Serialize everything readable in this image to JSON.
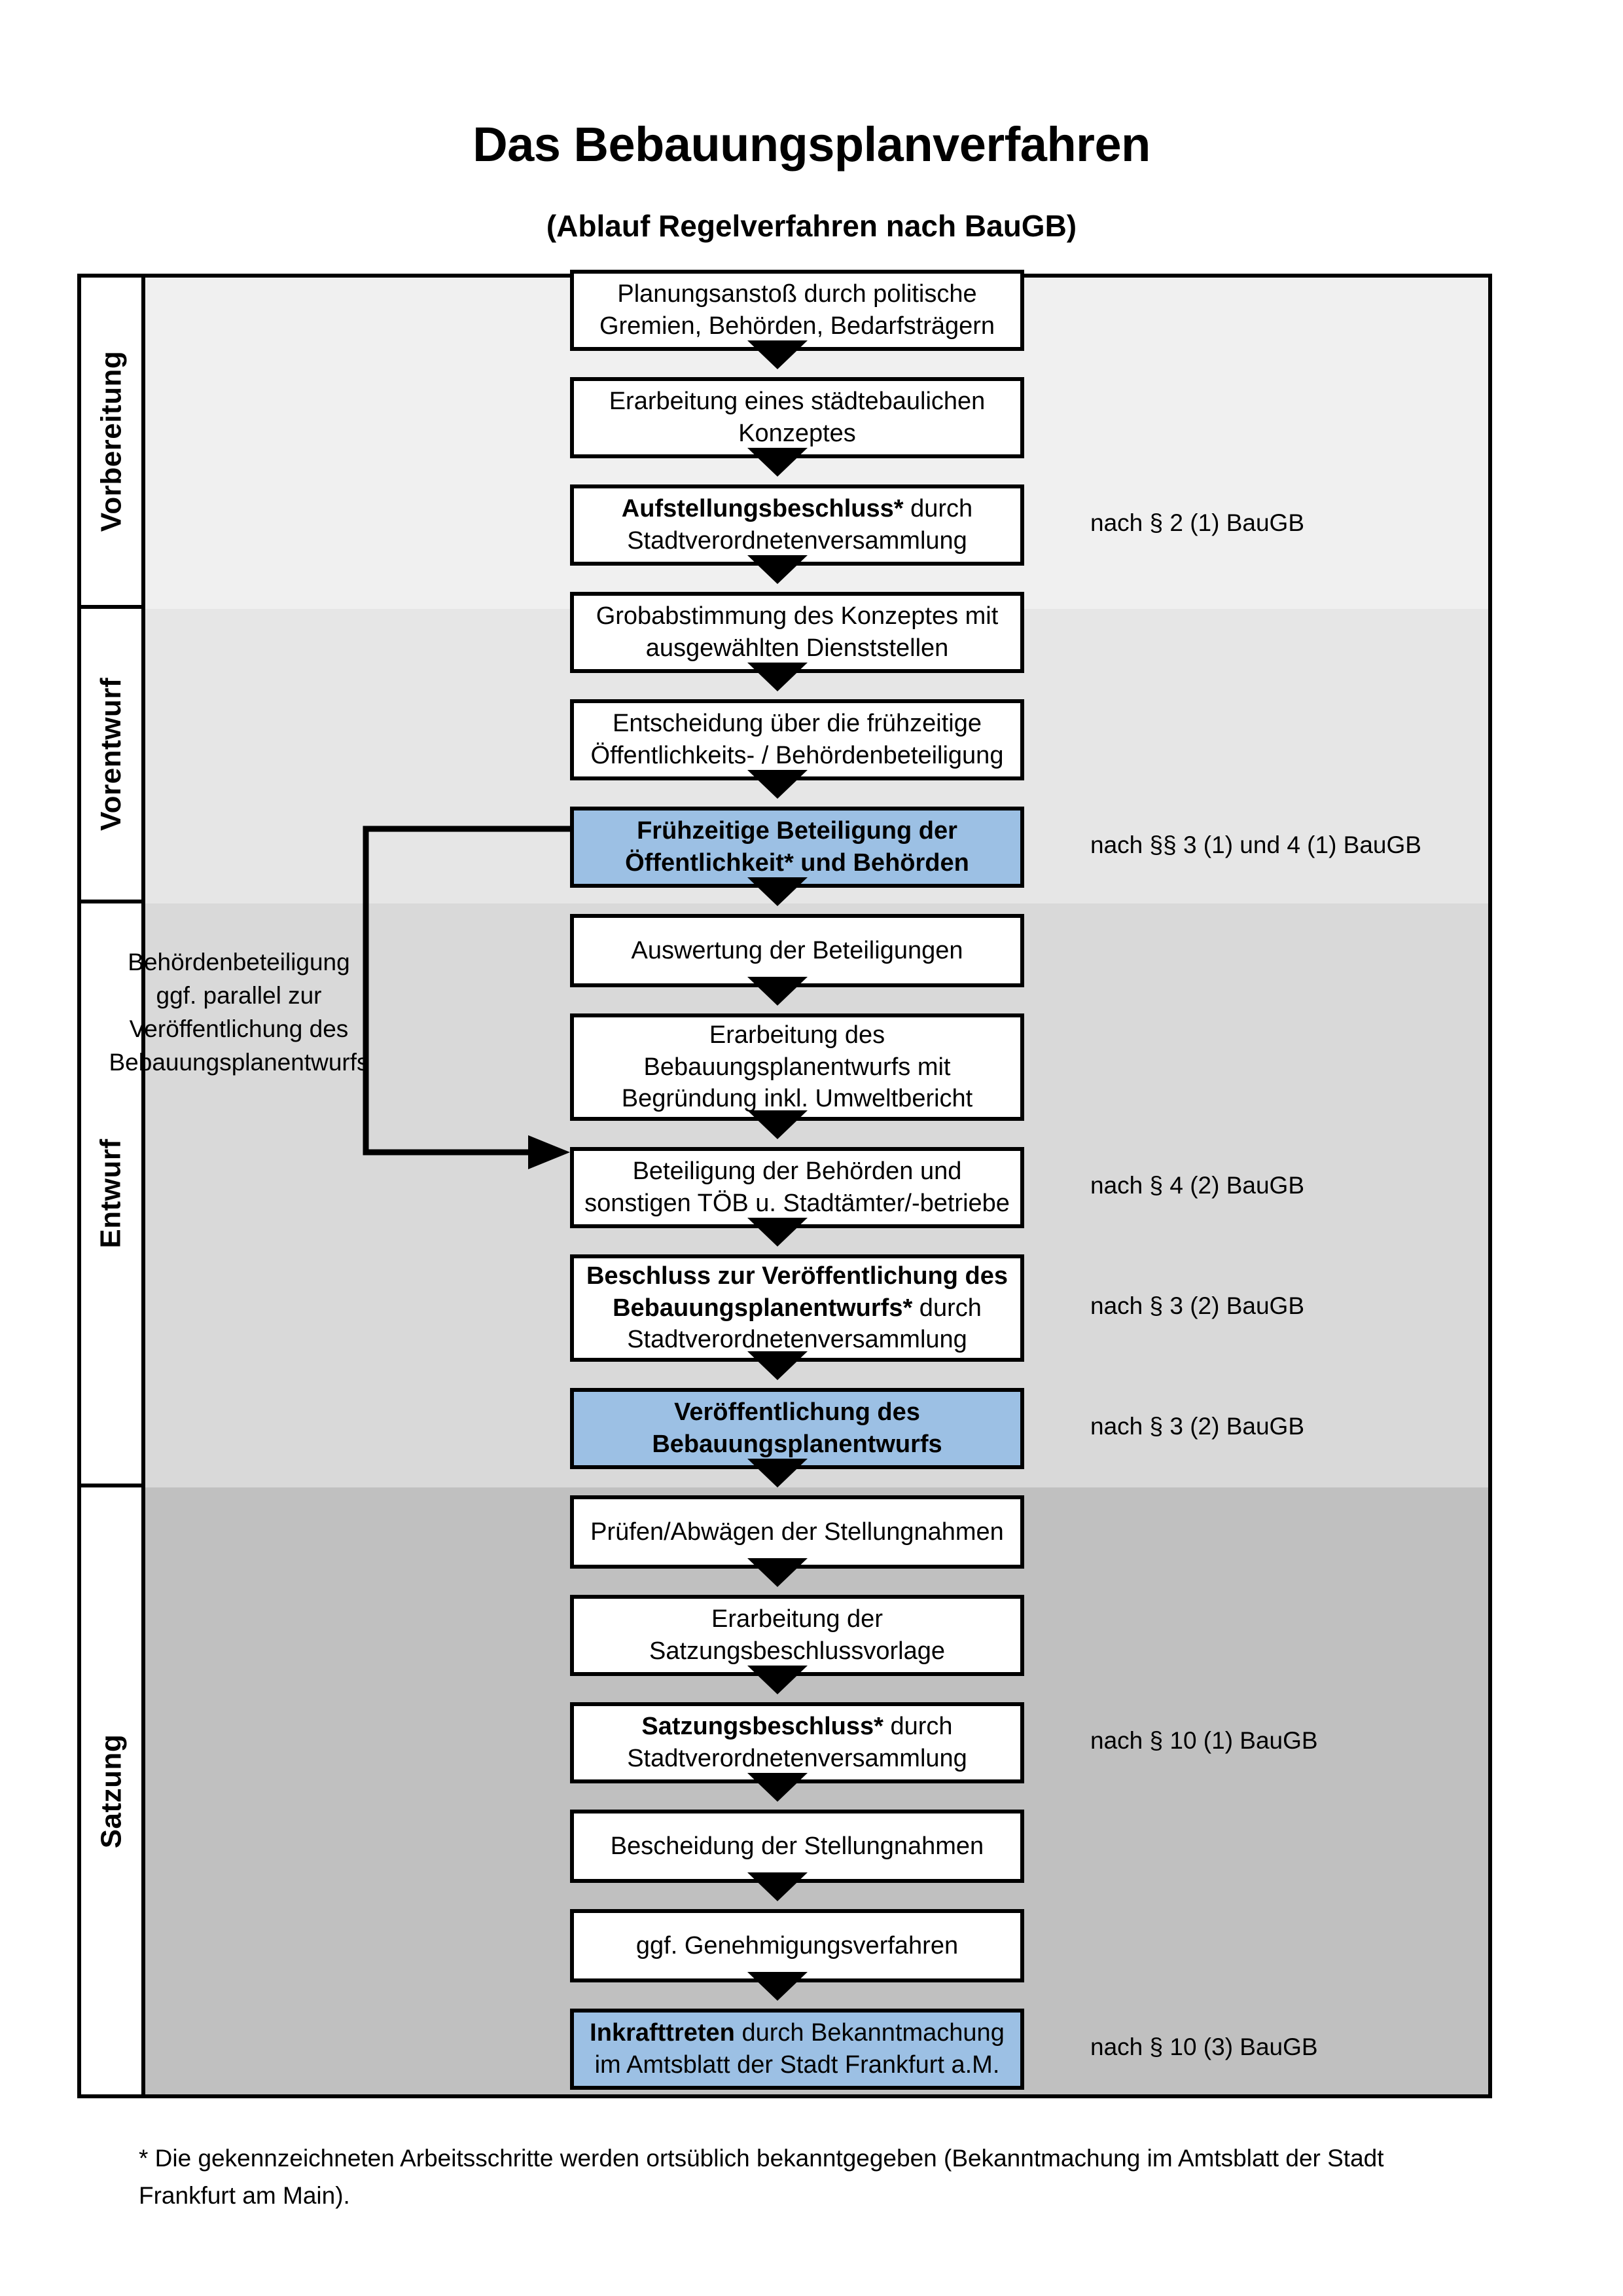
{
  "document": {
    "title": "Das Bebauungsplanverfahren",
    "subtitle": "(Ablauf Regelverfahren nach BauGB)",
    "footnote": "* Die gekennzeichneten Arbeitsschritte werden ortsüblich bekanntgegeben (Bekanntmachung im Amtsblatt  der Stadt Frankfurt am Main)."
  },
  "colors": {
    "highlight_blue": "#9cc0e4",
    "band_vorbereitung": "#f0f0f0",
    "band_vorentwurf": "#e6e6e6",
    "band_entwurf": "#d9d9d9",
    "band_satzung": "#c0c0c0",
    "box_fill": "#ffffff",
    "line": "#000000"
  },
  "phases": [
    {
      "key": "vorbereitung",
      "label": "Vorbereitung"
    },
    {
      "key": "vorentwurf",
      "label": "Vorentwurf"
    },
    {
      "key": "entwurf",
      "label": "Entwurf"
    },
    {
      "key": "satzung",
      "label": "Satzung"
    }
  ],
  "steps": [
    {
      "id": 1,
      "phase": "vorbereitung",
      "highlight": false,
      "lines": [
        "Planungsanstoß durch politische",
        "Gremien, Behörden, Bedarfsträgern"
      ],
      "bold_prefix": ""
    },
    {
      "id": 2,
      "phase": "vorbereitung",
      "highlight": false,
      "lines": [
        "Erarbeitung eines städtebaulichen",
        "Konzeptes"
      ],
      "bold_prefix": ""
    },
    {
      "id": 3,
      "phase": "vorbereitung",
      "highlight": false,
      "lines": [
        "Aufstellungsbeschluss* durch",
        "Stadtverordnetenversammlung"
      ],
      "bold_prefix": "Aufstellungsbeschluss*"
    },
    {
      "id": 4,
      "phase": "vorentwurf",
      "highlight": false,
      "lines": [
        "Grobabstimmung des Konzeptes mit",
        "ausgewählten Dienststellen"
      ],
      "bold_prefix": ""
    },
    {
      "id": 5,
      "phase": "vorentwurf",
      "highlight": false,
      "lines": [
        "Entscheidung über die frühzeitige",
        "Öffentlichkeits- / Behördenbeteiligung"
      ],
      "bold_prefix": ""
    },
    {
      "id": 6,
      "phase": "vorentwurf",
      "highlight": true,
      "lines": [
        "Frühzeitige Beteiligung der",
        "Öffentlichkeit* und Behörden"
      ],
      "all_bold": true
    },
    {
      "id": 7,
      "phase": "entwurf",
      "highlight": false,
      "lines": [
        "Auswertung der Beteiligungen"
      ],
      "bold_prefix": ""
    },
    {
      "id": 8,
      "phase": "entwurf",
      "highlight": false,
      "lines": [
        "Erarbeitung des",
        "Bebauungsplanentwurfs mit",
        "Begründung inkl. Umweltbericht"
      ],
      "bold_prefix": ""
    },
    {
      "id": 9,
      "phase": "entwurf",
      "highlight": false,
      "lines": [
        "Beteiligung der Behörden und",
        "sonstigen TÖB u. Stadtämter/-betriebe"
      ],
      "bold_prefix": ""
    },
    {
      "id": 10,
      "phase": "entwurf",
      "highlight": false,
      "lines": [
        "Beschluss zur Veröffentlichung des",
        "Bebauungsplanentwurfs* durch",
        "Stadtverordnetenversammlung"
      ],
      "bold_prefix": "Beschluss zur Veröffentlichung des Bebauungsplanentwurfs*"
    },
    {
      "id": 11,
      "phase": "entwurf",
      "highlight": true,
      "lines": [
        "Veröffentlichung des",
        "Bebauungsplanentwurfs"
      ],
      "all_bold": true
    },
    {
      "id": 12,
      "phase": "satzung",
      "highlight": false,
      "lines": [
        "Prüfen/Abwägen der Stellungnahmen"
      ],
      "bold_prefix": ""
    },
    {
      "id": 13,
      "phase": "satzung",
      "highlight": false,
      "lines": [
        "Erarbeitung der",
        "Satzungsbeschlussvorlage"
      ],
      "bold_prefix": ""
    },
    {
      "id": 14,
      "phase": "satzung",
      "highlight": false,
      "lines": [
        "Satzungsbeschluss* durch",
        "Stadtverordnetenversammlung"
      ],
      "bold_prefix": "Satzungsbeschluss*"
    },
    {
      "id": 15,
      "phase": "satzung",
      "highlight": false,
      "lines": [
        "Bescheidung der Stellungnahmen"
      ],
      "bold_prefix": ""
    },
    {
      "id": 16,
      "phase": "satzung",
      "highlight": false,
      "lines": [
        "ggf. Genehmigungsverfahren"
      ],
      "bold_prefix": ""
    },
    {
      "id": 17,
      "phase": "satzung",
      "highlight": true,
      "lines": [
        "Inkrafttreten durch Bekanntmachung",
        "im Amtsblatt der Stadt Frankfurt a.M."
      ],
      "bold_prefix": "Inkrafttreten"
    }
  ],
  "legal_refs": [
    {
      "for_step": 3,
      "text": "nach § 2 (1) BauGB"
    },
    {
      "for_step": 6,
      "text": "nach §§ 3 (1) und 4 (1) BauGB"
    },
    {
      "for_step": 9,
      "text": "nach § 4 (2) BauGB"
    },
    {
      "for_step": 10,
      "text": "nach § 3 (2) BauGB"
    },
    {
      "for_step": 11,
      "text": "nach § 3 (2) BauGB"
    },
    {
      "for_step": 14,
      "text": "nach § 10 (1) BauGB"
    },
    {
      "for_step": 17,
      "text": "nach § 10 (3) BauGB"
    }
  ],
  "side_note": {
    "lines": [
      "Behördenbeteiligung",
      "ggf. parallel zur",
      "Veröffentlichung des",
      "Bebauungsplanentwurfs"
    ]
  }
}
